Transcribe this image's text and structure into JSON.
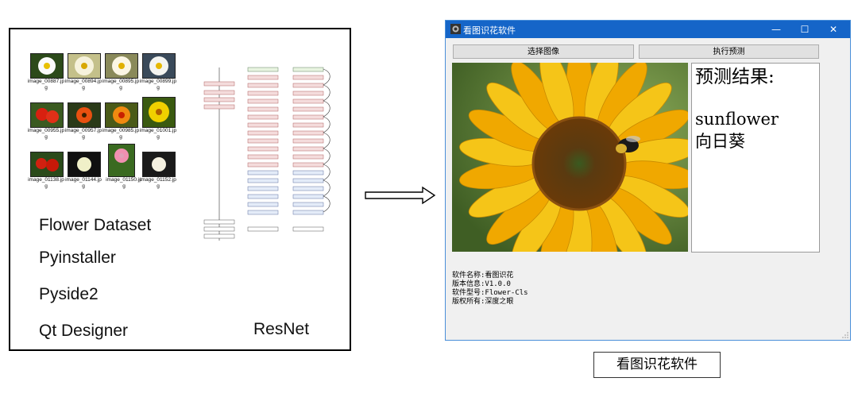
{
  "left_panel": {
    "thumbnails": [
      {
        "caption": "image_00887.jpg"
      },
      {
        "caption": "image_00894.jpg"
      },
      {
        "caption": "image_00895.jpg"
      },
      {
        "caption": "image_00899.jpg"
      },
      {
        "caption": "image_00955.jpg"
      },
      {
        "caption": "image_00957.jpg"
      },
      {
        "caption": "image_00985.jpg"
      },
      {
        "caption": "image_01001.jpg"
      },
      {
        "caption": "image_01138.jpg"
      },
      {
        "caption": "image_01144.jpg"
      },
      {
        "caption": "image_01150.jpg"
      },
      {
        "caption": "image_01152.jpg"
      }
    ],
    "labels": {
      "dataset": "Flower Dataset",
      "pyinstaller": "Pyinstaller",
      "pyside": "Pyside2",
      "designer": "Qt Designer",
      "resnet": "ResNet"
    }
  },
  "app": {
    "title": "看图识花软件",
    "buttons": {
      "select": "选择图像",
      "predict": "执行预测"
    },
    "result": {
      "heading": "预测结果:",
      "label_en": "sunflower",
      "label_cn": "向日葵"
    },
    "info": {
      "line1": "软件名称:看图识花",
      "line2": "版本信息:V1.0.0",
      "line3": "软件型号:Flower-Cls",
      "line4": "版权所有:深度之眼"
    },
    "controls": {
      "minimize": "—",
      "maximize": "☐",
      "close": "✕"
    }
  },
  "caption": "看图识花软件",
  "colors": {
    "titlebar": "#1565c8",
    "window_border": "#4a8fd9",
    "petal": "#f5c518"
  }
}
